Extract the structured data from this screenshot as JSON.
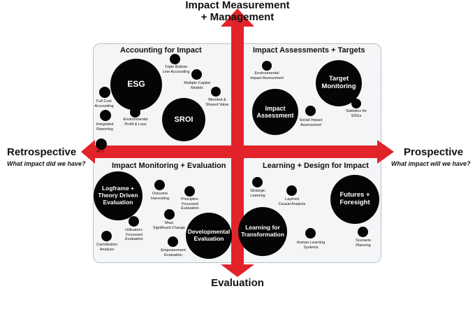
{
  "axes": {
    "top": {
      "title": "Impact Measurement\n+ Management"
    },
    "bottom": {
      "title": "Evaluation"
    },
    "left": {
      "title": "Retrospective",
      "subtitle": "What impact did we have?"
    },
    "right": {
      "title": "Prospective",
      "subtitle": "What impact will we have?"
    }
  },
  "quadrants": {
    "top_left": "Accounting for Impact",
    "top_right": "Impact Assessments + Targets",
    "bottom_left": "Impact Monitoring + Evaluation",
    "bottom_right": "Learning + Design for Impact"
  },
  "big_nodes": {
    "esg": "ESG",
    "sroi": "SROI",
    "impact_assessment": "Impact\nAssessment",
    "target_monitoring": "Target\nMonitoring",
    "logframe": "Logframe +\nTheory Driven\nEvaluation",
    "developmental": "Developmental\nEvaluation",
    "learning_transformation": "Learning for\nTransformation",
    "futures": "Futures +\nForesight"
  },
  "small_nodes": {
    "triple_bottom_line": "Triple Bottom\nLine Accounting",
    "multiple_capital": "Multiple Capital\nModels",
    "blended_shared": "Blended &\nShared Value",
    "full_cost": "Full Cost\nAccounting",
    "environmental_pl": "Environmental\nProfit & Loss",
    "integrated_reporting": "Integrated\nReporting",
    "rct": "RCT",
    "env_impact_assessment": "Environmental\nImpact Assessment",
    "social_impact_assessment": "Social Impact\nAssessment",
    "statistics_sdgs": "Statistics for\nSDGs",
    "outcome_harvesting": "Outcome\nHarvesting",
    "principles_focussed": "Principles-\nFocussed\nEvaluation",
    "most_significant_change": "Most\nSignificant Change",
    "utilisation_focussed": "Utilisation-\nFocussed\nEvaluation",
    "contribution_analysis": "Contribution\nAnalysis",
    "empowerment_evaluation": "Empowerment\nEvaluation",
    "strategic_learning": "Strategic\nLearning",
    "layered_causal": "Layered\nCausal Analysis",
    "human_learning": "Human Learning\nSystems",
    "scenario_planning": "Scenario\nPlanning"
  }
}
